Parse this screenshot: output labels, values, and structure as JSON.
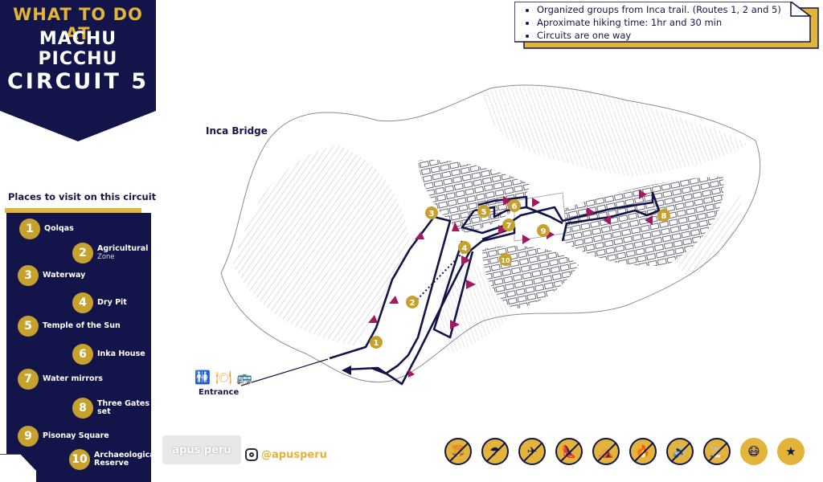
{
  "header": {
    "line1": "WHAT TO DO AT",
    "line2": "MACHU PICCHU",
    "circuit": "CIRCUIT 5"
  },
  "info": [
    "Organized groups from Inca trail. (Routes 1, 2 and 5)",
    "Aproximate hiking time: 1hr and 30 min",
    "Circuits are one way"
  ],
  "places_title": "Places to visit on this circuit",
  "places": [
    {
      "num": "1",
      "name": "Qolqas",
      "sub": ""
    },
    {
      "num": "2",
      "name": "Agricultural",
      "sub": "Zone"
    },
    {
      "num": "3",
      "name": "Waterway",
      "sub": ""
    },
    {
      "num": "4",
      "name": "Dry Pit",
      "sub": ""
    },
    {
      "num": "5",
      "name": "Temple of the Sun",
      "sub": ""
    },
    {
      "num": "6",
      "name": "Inka House",
      "sub": ""
    },
    {
      "num": "7",
      "name": "Water mirrors",
      "sub": ""
    },
    {
      "num": "8",
      "name": "Three Gates set",
      "sub": ""
    },
    {
      "num": "9",
      "name": "Pisonay Square",
      "sub": ""
    },
    {
      "num": "10",
      "name": "Archaeological Reserve",
      "sub": ""
    }
  ],
  "map": {
    "inca_bridge": "Inca Bridge",
    "entrance": "Entrance",
    "markers": [
      "1",
      "2",
      "3",
      "4",
      "5",
      "6",
      "7",
      "8",
      "9",
      "10"
    ]
  },
  "facilities": [
    "restroom-icon",
    "food-icon",
    "bus-icon"
  ],
  "footer": {
    "brand": "apus peru",
    "handle": "@apusperu"
  },
  "rules": [
    "no-food-icon",
    "no-umbrella-icon",
    "no-drone-icon",
    "no-heels-icon",
    "no-tripod-icon",
    "no-fire-icon",
    "no-loud-sound-icon",
    "no-smoking-icon",
    "mask-icon",
    "brand-badge-icon"
  ],
  "colors": {
    "navy": "#13154a",
    "gold": "#e3b43a",
    "arrow": "#a3185e"
  }
}
